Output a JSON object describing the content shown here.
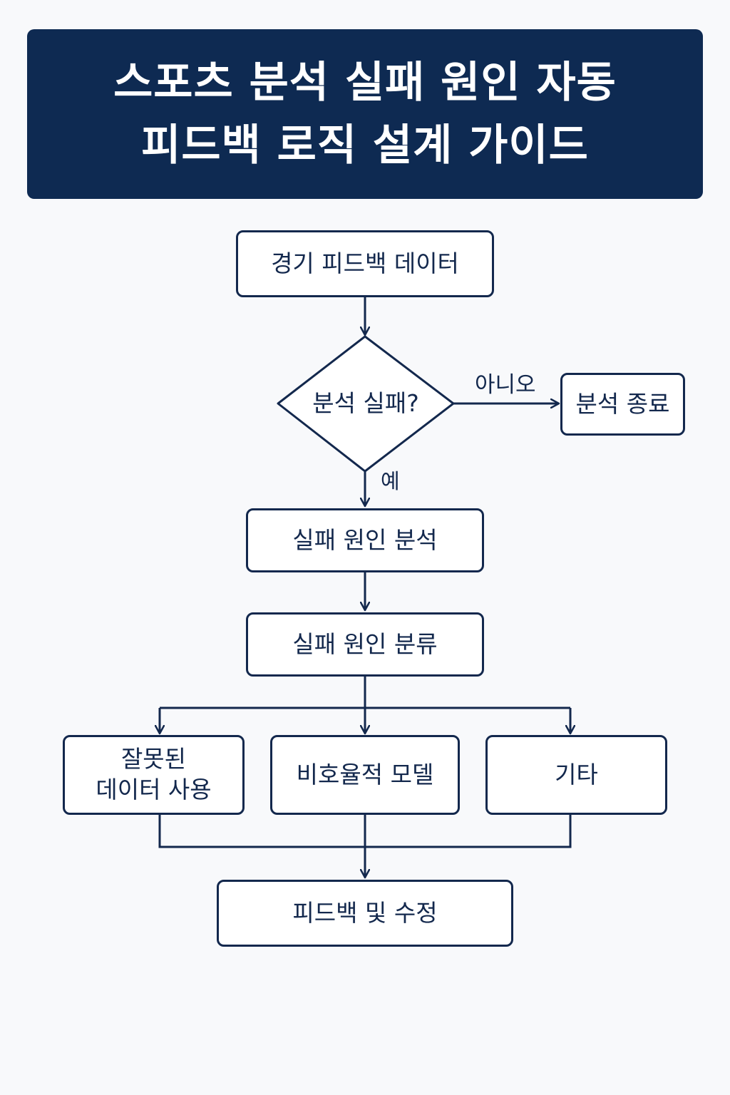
{
  "title": {
    "line1": "스포츠 분석 실패 원인 자동",
    "line2": "피드백 로직 설계 가이드"
  },
  "nodes": {
    "start": "경기 피드백 데이터",
    "decision": "분석 실패?",
    "end_no": "분석 종료",
    "analyze": "실패 원인 분석",
    "classify": "실패 원인 분류",
    "cause_data": "잘못된\n데이터 사용",
    "cause_model": "비호율적 모델",
    "cause_other": "기타",
    "feedback": "피드백 및 수정"
  },
  "edge_labels": {
    "no": "아니오",
    "yes": "예"
  },
  "colors": {
    "banner": "#0e2a52",
    "ink": "#13284d",
    "background": "#f8f9fb"
  }
}
